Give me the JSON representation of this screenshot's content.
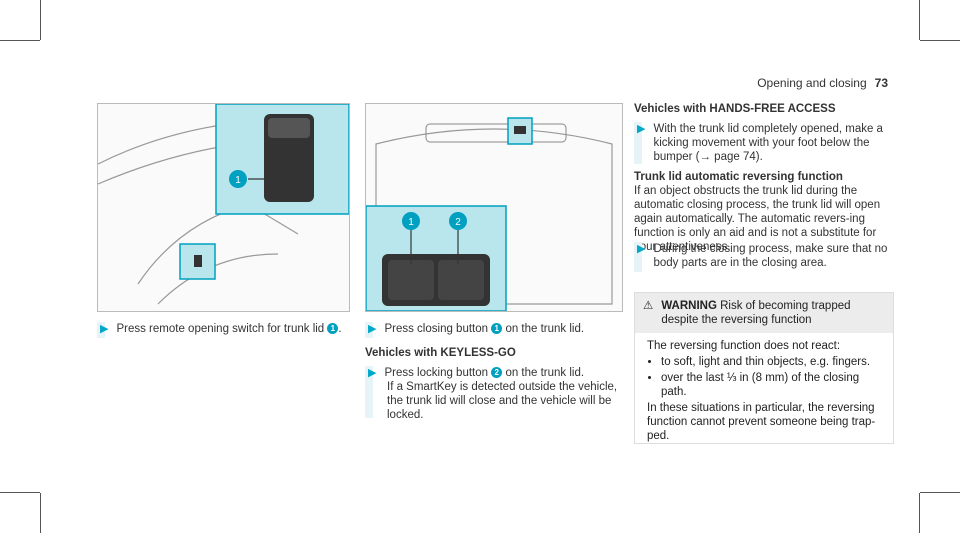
{
  "header": {
    "section": "Opening and closing",
    "page": "73"
  },
  "figure_left": {
    "callout_1": "1"
  },
  "figure_middle": {
    "callout_1": "1",
    "callout_2": "2"
  },
  "col1": {
    "step_pre": "Press remote opening switch for trunk lid",
    "step_post": "."
  },
  "col2": {
    "step1_pre": "Press closing button",
    "step1_post": "on the trunk lid.",
    "heading": "Vehicles with KEYLESS-GO",
    "step2_pre": "Press locking button",
    "step2_post": "on the trunk lid.",
    "step2_line2": "If a SmartKey is detected outside the vehicle, the trunk lid will close and the vehicle will be locked."
  },
  "col3": {
    "heading1": "Vehicles with HANDS-FREE ACCESS",
    "step1": "With the trunk lid completely opened, make a kicking movement with your foot below the bumper (→ page 74).",
    "heading2": "Trunk lid automatic reversing function",
    "para": "If an object obstructs the trunk lid during the automatic closing process, the trunk lid will open again automatically. The automatic revers-ing function is only an aid and is not a substitute for your attentiveness.",
    "step2": "During the closing process, make sure that no body parts are in the closing area.",
    "warning_label": "WARNING",
    "warning_title": "Risk of becoming trapped despite the reversing function",
    "warning_intro": "The reversing function does not react:",
    "bullet1": "to soft, light and thin objects, e.g. fingers.",
    "bullet2": "over the last ⅓ in (8 mm) of the closing path.",
    "warning_end": "In these situations in particular, the reversing function cannot prevent someone being trap-ped."
  },
  "colors": {
    "accent": "#00a0c0",
    "highlight": "#b9e6ec"
  }
}
